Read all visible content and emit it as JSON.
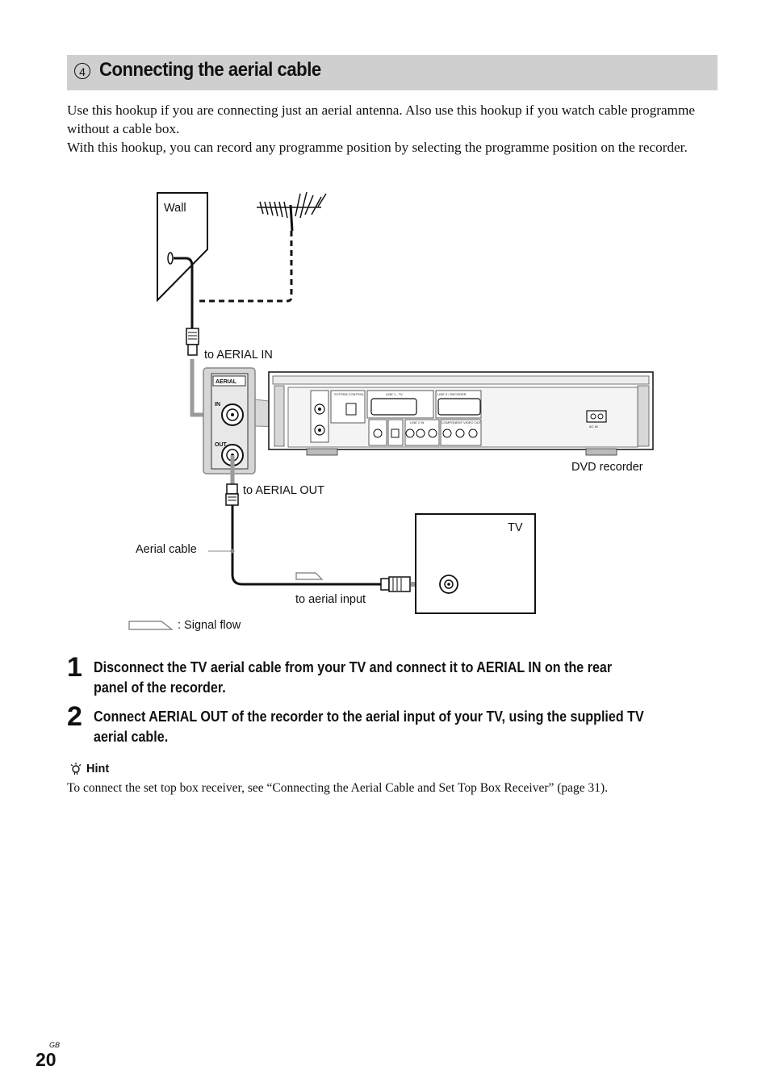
{
  "section": {
    "number": "4",
    "title": "Connecting the aerial cable"
  },
  "intro": {
    "paragraph1": "Use this hookup if you are connecting just an aerial antenna. Also use this hookup if you watch cable programme without a cable box.",
    "paragraph2": "With this hookup, you can record any programme position by selecting the programme position on the recorder."
  },
  "diagram": {
    "wall_label": "Wall",
    "to_aerial_in": "to AERIAL IN",
    "to_aerial_out": "to AERIAL OUT",
    "aerial_cable": "Aerial cable",
    "to_aerial_input": "to aerial input",
    "tv_label": "TV",
    "dvd_recorder_label": "DVD recorder",
    "signal_flow_legend": ": Signal flow",
    "panel": {
      "aerial": "AERIAL",
      "in": "IN",
      "out": "OUT",
      "system_control": "SYSTEM CONTROL",
      "line1_tv": "LINE 1 - TV",
      "line3_decoder": "LINE 3 / DECODER",
      "line2_in": "LINE 2 IN",
      "component_video_out": "COMPONENT VIDEO OUT",
      "ac_in": "AC IN"
    }
  },
  "steps": [
    {
      "number": "1",
      "text": "Disconnect the TV aerial cable from your TV and connect it to AERIAL IN on the rear panel of the recorder."
    },
    {
      "number": "2",
      "text": "Connect AERIAL OUT of the recorder to the aerial input of your TV, using the supplied TV aerial cable."
    }
  ],
  "hint": {
    "title": "Hint",
    "icon": "lightbulb-icon",
    "text": "To connect the set top box receiver, see “Connecting the Aerial Cable and Set Top Box Receiver” (page 31)."
  },
  "footer": {
    "region": "GB",
    "page_number": "20"
  }
}
